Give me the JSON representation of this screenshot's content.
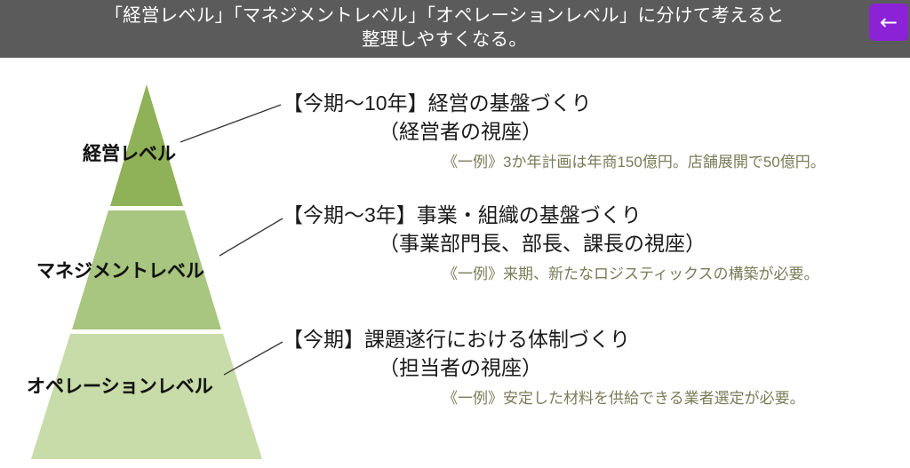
{
  "caption": {
    "text": "「経営レベル」「マネジメントレベル」「オペレーションレベル」に分けて考えると\n整理しやすくなる。"
  },
  "back_button": {
    "icon": "arrow-left-icon",
    "glyph": "←",
    "color": "#8b22d6"
  },
  "pyramid": {
    "tiers": [
      {
        "label": "経営レベル",
        "color": "#8fb158"
      },
      {
        "label": "マネジメントレベル",
        "color": "#a8c67f"
      },
      {
        "label": "オペレーションレベル",
        "color": "#c7dca8"
      }
    ]
  },
  "blocks": [
    {
      "line1": "【今期〜10年】経営の基盤づくり",
      "line2": "（経営者の視座）",
      "example": "《一例》3か年計画は年商150億円。店舗展開で50億円。"
    },
    {
      "line1": "【今期〜3年】事業・組織の基盤づくり",
      "line2": "（事業部門長、部長、課長の視座）",
      "example": "《一例》来期、新たなロジスティックスの構築が必要。"
    },
    {
      "line1": "【今期】課題遂行における体制づくり",
      "line2": "（担当者の視座）",
      "example": "《一例》安定した材料を供給できる業者選定が必要。"
    }
  ],
  "colors": {
    "caption_bar": "#5b5b5b",
    "caption_text": "#ffffff",
    "body_text": "#1a1a1a",
    "example_text": "#7b7b58",
    "leader_line": "#3a3a3a",
    "background": "#ffffff"
  }
}
